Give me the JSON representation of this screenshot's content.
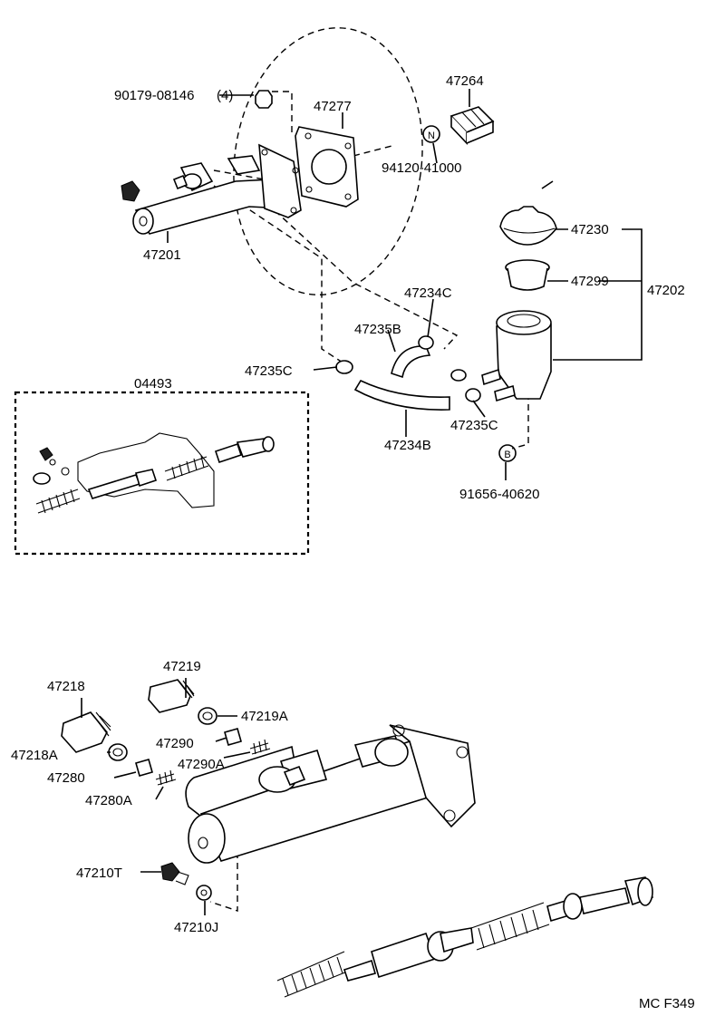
{
  "labels": {
    "p90179": "90179-08146",
    "p90179_qty": "(4)",
    "p47277": "47277",
    "p47264": "47264",
    "pN_symbol": "N",
    "p94120": "94120-41000",
    "p47201": "47201",
    "p47230": "47230",
    "p47299": "47299",
    "p47202": "47202",
    "p47234C": "47234C",
    "p47235B": "47235B",
    "p47235C_left": "47235C",
    "p04493": "04493",
    "p47234B": "47234B",
    "p47235C_right": "47235C",
    "pB_symbol": "B",
    "p91656": "91656-40620",
    "p47219": "47219",
    "p47218": "47218",
    "p47219A": "47219A",
    "p47290": "47290",
    "p47218A": "47218A",
    "p47290A": "47290A",
    "p47280": "47280",
    "p47280A": "47280A",
    "p47210T": "47210T",
    "p47210J": "47210J",
    "figure_code": "MC F349"
  }
}
